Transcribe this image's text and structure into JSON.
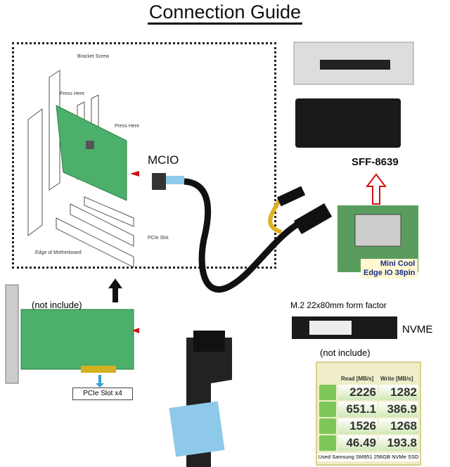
{
  "title": "Connection Guide",
  "install_diagram": {
    "bracket_screw": "Bracket Screw",
    "press_here_1": "Press Here",
    "press_here_2": "Press Here",
    "pcie_slot": "PCIe Slot",
    "edge_motherboard": "Edge of Motherboard"
  },
  "mcio_label": "MCIO",
  "sff_label": "SFF-8639",
  "connector_label_line1": "Mini Cool",
  "connector_label_line2": "Edge IO 38pin",
  "adapter": {
    "not_include": "(not include)",
    "pcie_slot_x4": "PCIe Slot x4"
  },
  "m2": {
    "form_factor": "M.2 22x80mm form factor",
    "nvme": "NVME",
    "not_include": "(not include)"
  },
  "benchmark": {
    "read_header": "Read [MB/s]",
    "write_header": "Write [MB/s]",
    "rows": [
      {
        "read": "2226",
        "write": "1282"
      },
      {
        "read": "651.1",
        "write": "386.9"
      },
      {
        "read": "1526",
        "write": "1268"
      },
      {
        "read": "46.49",
        "write": "193.8"
      }
    ],
    "caption": "Used Samsung SM951 256GB NVMe SSD"
  },
  "colors": {
    "pcb": "#4caf6a",
    "arrow_red": "#d01010",
    "cable": "#111111",
    "connector_blue": "#8fc9ea",
    "bench_green": "#7fc65a"
  }
}
